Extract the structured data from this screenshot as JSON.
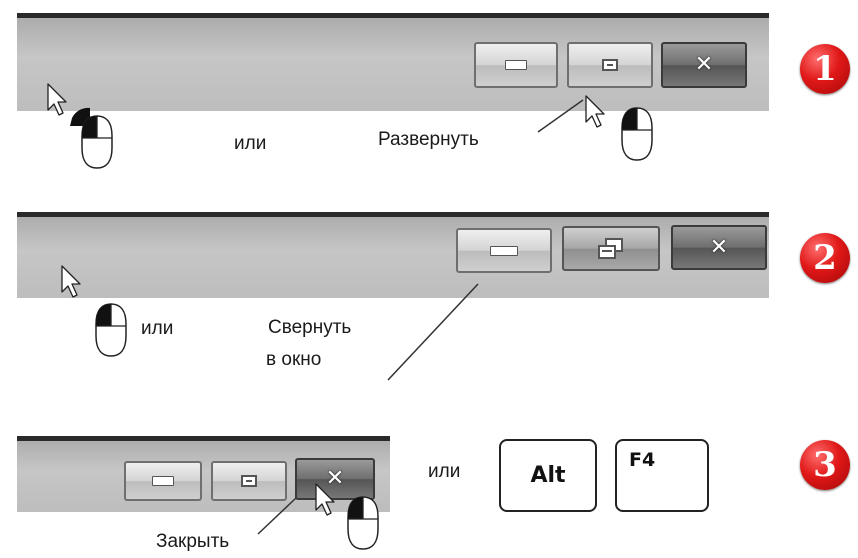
{
  "steps": [
    {
      "number": "1",
      "label": "Развернуть",
      "alt_text": "или"
    },
    {
      "number": "2",
      "label_line1": "Свернуть",
      "label_line2": "в окно",
      "alt_text": "или"
    },
    {
      "number": "3",
      "label": "Закрыть",
      "alt_text": "или",
      "keys": [
        "Alt",
        "F4"
      ]
    }
  ],
  "colors": {
    "badge": "#e01818",
    "titlebar": "#bdbdbd",
    "close_button": "#6e6e6e"
  },
  "icons": [
    "mouse-pointer-icon",
    "mouse-icon",
    "minimize-icon",
    "maximize-icon",
    "restore-icon",
    "close-icon"
  ]
}
